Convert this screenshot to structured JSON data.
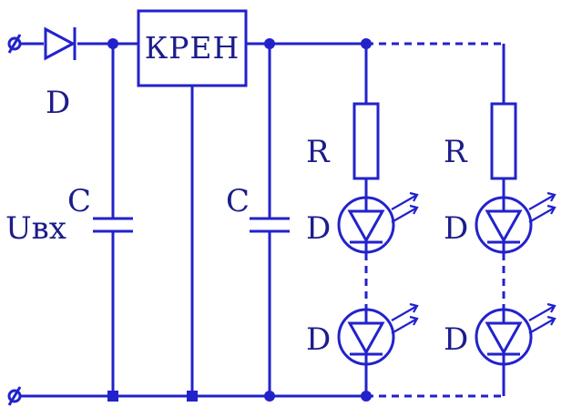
{
  "diagram": {
    "input_diode_label": "D",
    "input_voltage_label": "Uвх",
    "input_capacitor_label": "C",
    "regulator_label": "КРЕН",
    "output_capacitor_label": "C",
    "resistor_label_left": "R",
    "resistor_label_right": "R",
    "led_label_upper_left": "D",
    "led_label_lower_left": "D",
    "led_label_upper_right": "D",
    "led_label_lower_right": "D",
    "colors": {
      "wire": "#2222cc",
      "text": "#1c1c8c",
      "background": "#ffffff"
    }
  }
}
